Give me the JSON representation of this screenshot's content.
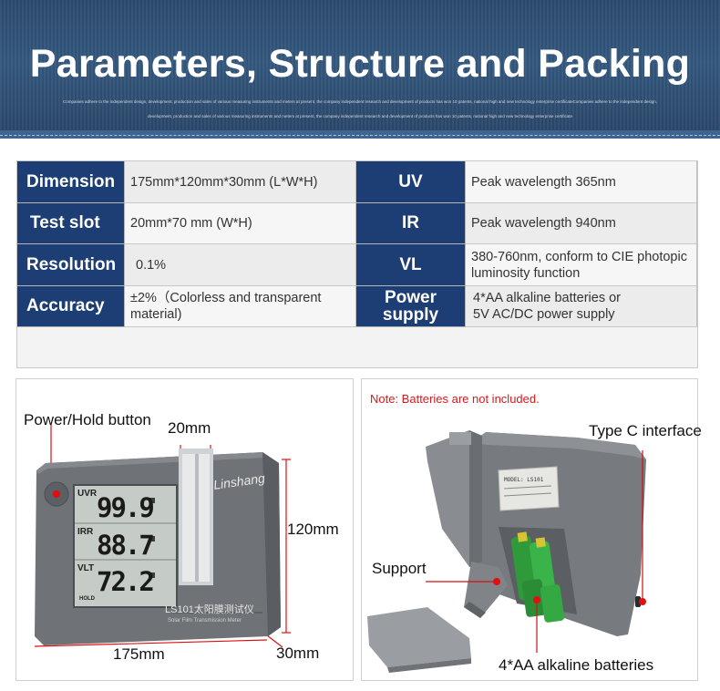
{
  "banner": {
    "title": "Parameters, Structure and Packing",
    "subtitle_line1": "Companies adhere to the independent design, development, production and sales of various measuring instruments and meters at present, the company independent research and development of products has won 10 patents, national high and new technology enterprise certificateCompanies adhere to the independent design,",
    "subtitle_line2": "development, production and sales of various measuring instruments and meters at present, the company independent research and development of products has won 10 patents, national high and new technology enterprise certificate"
  },
  "params": [
    {
      "key": "Dimension",
      "value": "175mm*120mm*30mm (L*W*H)",
      "key2": "UV",
      "value2": "Peak wavelength 365nm"
    },
    {
      "key": "Test slot",
      "value": "20mm*70 mm (W*H)",
      "key2": "IR",
      "value2": "Peak wavelength 940nm"
    },
    {
      "key": "Resolution",
      "value": "0.1%",
      "key2": "VL",
      "value2_line1": "380-760nm, conform to CIE photopic",
      "value2_line2": "luminosity function"
    },
    {
      "key": "Accuracy",
      "value_line1": "±2%（Colorless and transparent",
      "value_line2": "material)",
      "key2_line1": "Power",
      "key2_line2": "supply",
      "value2_line1": "4*AA alkaline batteries or",
      "value2_line2": "5V AC/DC power supply"
    }
  ],
  "left_panel": {
    "power_hold_label": "Power/Hold button",
    "width_label": "20mm",
    "height_label": "120mm",
    "length_label": "175mm",
    "depth_label": "30mm",
    "lcd": {
      "uvr_label": "UVR",
      "uvr_value": "99.9",
      "irr_label": "IRR",
      "irr_value": "88.7",
      "vlt_label": "VLT",
      "vlt_value": "72.2",
      "hold": "HOLD",
      "brand": "Linshang",
      "model": "LS101太阳膜测试仪",
      "model_en": "Solar Film Transmission Meter"
    }
  },
  "right_panel": {
    "note": "Note: Batteries are not included.",
    "typec_label": "Type C interface",
    "support_label": "Support",
    "batteries_label": "4*AA alkaline batteries",
    "sticker_model": "MODEL: LS101"
  },
  "colors": {
    "banner_bg": "#2f5078",
    "key_bg": "#1d3e74",
    "note_red": "#d8191c",
    "device_gray": "#6b6e72"
  }
}
